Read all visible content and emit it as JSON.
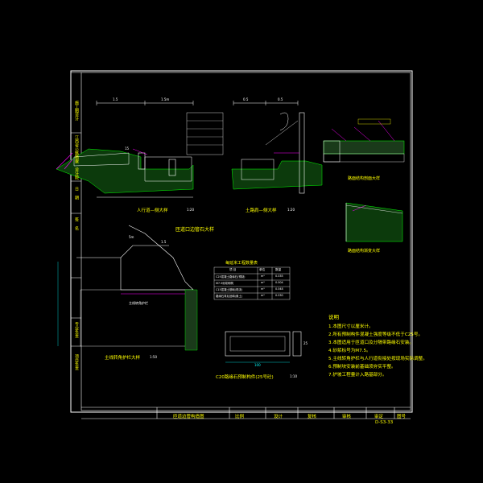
{
  "titleblock": {
    "drawing_title": "匝道边管构造图",
    "scale": "比例",
    "designed": "设计",
    "checked": "复核",
    "reviewed": "审核",
    "approved": "审定",
    "sheet_label": "图号",
    "sheet_no": "D-S3-33"
  },
  "side_column": [
    "施工图设计",
    "江西省公路勘察",
    "设计院",
    "日 期",
    "签 名",
    "专业负责",
    "项目负责"
  ],
  "views": {
    "view1_title": "人行道—侧大样",
    "view1_scale": "1:20",
    "view2_title": "土路肩—侧大样",
    "view2_scale": "1:20",
    "center_title": "匝道口边管石大样",
    "right_top_title": "路面结构剖面大样",
    "right_mid_title": "路面结构渐变大样",
    "corner_title": "主线转角护栏大样",
    "corner_scale": "1:50",
    "curb_title": "C20路缘石预制构件(25号砼)",
    "curb_scale": "1:10"
  },
  "quantity_table": {
    "title": "每延米工程数量表",
    "headers": [
      "项 目",
      "单位",
      "数量"
    ],
    "rows": [
      [
        "C25混凝土路缘石(预制)",
        "m³",
        "0.035"
      ],
      [
        "M7.5砂浆砌筑",
        "m³",
        "0.004"
      ],
      [
        "C15混凝土基础(现浇)",
        "m³",
        "0.048"
      ],
      [
        "路缘石背后回填(素土)",
        "m³",
        "0.030"
      ]
    ]
  },
  "notes": {
    "heading": "说明",
    "items": [
      "1.本图尺寸以厘米计。",
      "2.所有预制构件混凝土强度等级不低于C25号。",
      "3.本图适用于匝道口及分隔带路缘石安装。",
      "4.砂浆标号为M7.5。",
      "5.主线转角护栏与人行道衔接处按现场实际调整。",
      "6.预制块安装前基础须夯实平整。",
      "7.护坡工程量计入路基部分。"
    ]
  },
  "dim_labels": {
    "top_left_a": "1.5",
    "top_left_b": "1.5m",
    "top_mid": "15",
    "top_right_a": "0.5",
    "top_right_b": "0.5",
    "corner_a": "5m",
    "corner_b": "1.5",
    "corner_note": "主线转角护栏",
    "curb_w": "100",
    "curb_h": "25"
  },
  "colors": {
    "background": "#000000",
    "frame": "#ffffff",
    "text": "#ffff00",
    "dims": "#00ffff",
    "hatch": "#00ff00",
    "leader": "#ff00ff"
  }
}
